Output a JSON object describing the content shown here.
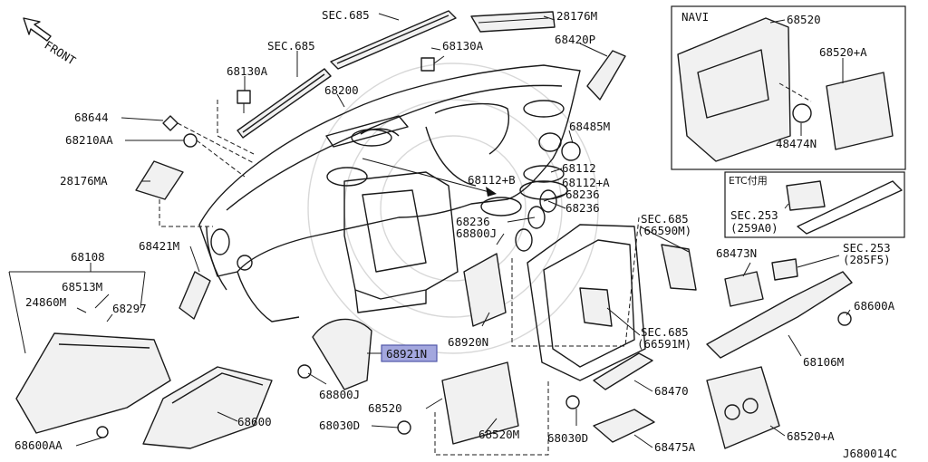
{
  "orientation": {
    "label": "FRONT"
  },
  "navi_box": {
    "title": "NAVI"
  },
  "etc_box": {
    "title": "ETC付用"
  },
  "highlight_color": "#a3a7de",
  "drawing_number": "J680014C",
  "callouts": {
    "sec685_top": "SEC.685",
    "p28176m": "28176M",
    "sec685_left": "SEC.685",
    "p68130a_right": "68130A",
    "p68420p": "68420P",
    "p68130a_left": "68130A",
    "p68200": "68200",
    "p68644": "68644",
    "p68210aa": "68210AA",
    "p68485m": "68485M",
    "p28176ma": "28176MA",
    "p68112b": "68112+B",
    "p68112": "68112",
    "p68112a": "68112+A",
    "p68236a": "68236",
    "p68236b": "68236",
    "p68236c": "68236",
    "p68800j_top": "68800J",
    "p68421m": "68421M",
    "p68108": "68108",
    "p68513m": "68513M",
    "p24860m": "24860M",
    "p68297": "68297",
    "p68920n": "68920N",
    "p68921n": "68921N",
    "p68800j_bot": "68800J",
    "p68520_mid": "68520",
    "p68030d_left": "68030D",
    "p68520m": "68520M",
    "p68600": "68600",
    "p68600aa": "68600AA",
    "sec685_a": "SEC.685",
    "sec685_a_sub": "(66590M)",
    "sec685_b": "SEC.685",
    "sec685_b_sub": "(66591M)",
    "p68470": "68470",
    "p68030d_right": "68030D",
    "p68475a": "68475A",
    "p68520_navi": "68520",
    "p68520a_navi": "68520+A",
    "p48474n": "48474N",
    "sec253_a": "SEC.253",
    "sec253_a_sub": "(259A0)",
    "p68473n": "68473N",
    "sec253_b": "SEC.253",
    "sec253_b_sub": "(285F5)",
    "p68600a": "68600A",
    "p68106m": "68106M",
    "p68520a_bot": "68520+A"
  }
}
